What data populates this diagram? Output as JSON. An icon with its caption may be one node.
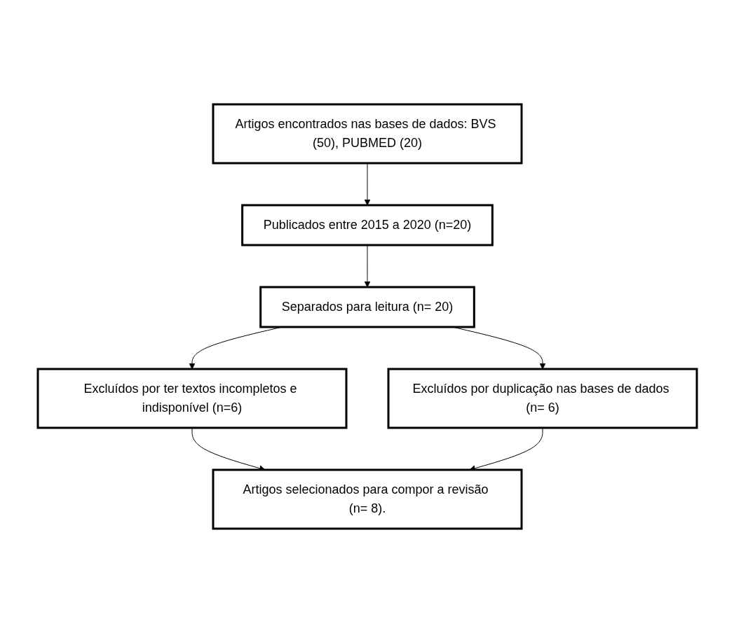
{
  "diagram": {
    "nodes": [
      {
        "text": [
          "Artigos encontrados nas bases de dados: BVS (50), PUBMED (20)"
        ]
      },
      {
        "text": [
          "Publicados entre 2015 a 2020 (n=20)"
        ]
      },
      {
        "text": [
          "Separados para leitura (n= 20)"
        ]
      },
      {
        "text": [
          "Excluídos por ter textos incompletos e indisponível (n=6)"
        ]
      },
      {
        "text": [
          "Excluídos por duplicação nas bases de dados (n= 6)"
        ]
      },
      {
        "text": [
          "Artigos selecionados para compor a revisão (n= 8)."
        ]
      }
    ],
    "edges": [
      {
        "from": 0,
        "to": 1,
        "arrow": "to"
      },
      {
        "from": 1,
        "to": 2,
        "arrow": "to"
      },
      {
        "from": 2,
        "to": 3,
        "arrow": "to"
      },
      {
        "from": 2,
        "to": 4,
        "arrow": "to"
      },
      {
        "from": 3,
        "to": 5,
        "arrow": "to"
      },
      {
        "from": 4,
        "to": 5,
        "arrow": "to"
      }
    ]
  }
}
